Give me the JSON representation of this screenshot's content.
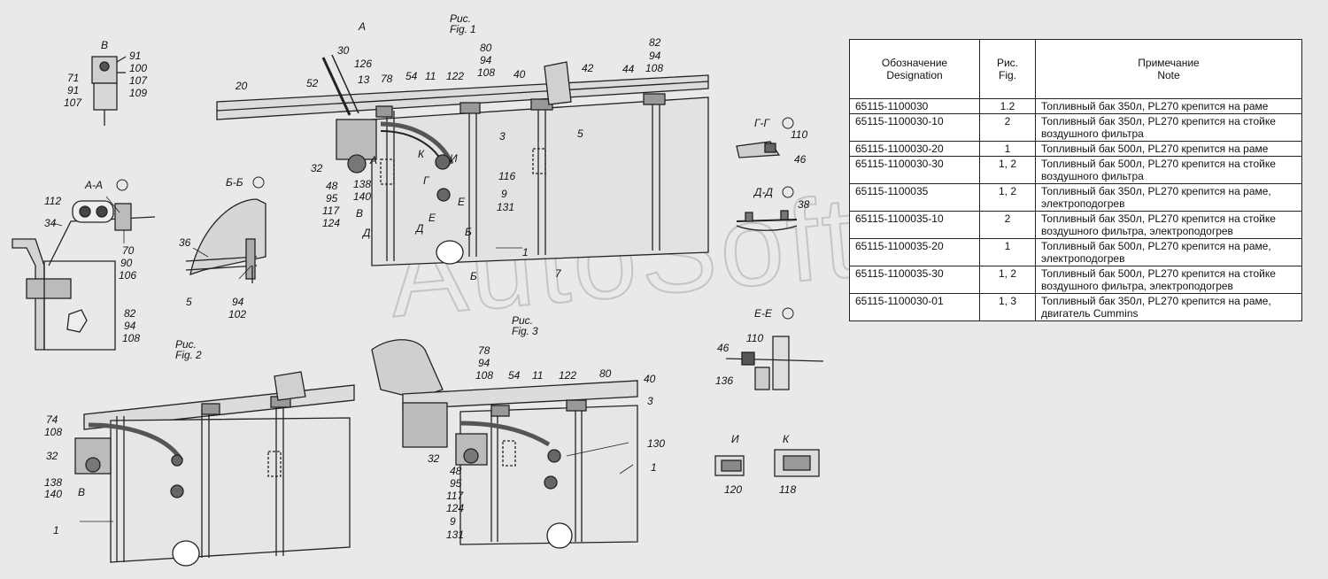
{
  "table": {
    "header": {
      "designation_ru": "Обозначение",
      "designation_en": "Designation",
      "fig_ru": "Рис.",
      "fig_en": "Fig.",
      "note_ru": "Примечание",
      "note_en": "Note"
    },
    "rows": [
      {
        "designation": "65115-1100030",
        "fig": "1.2",
        "note": "Топливный бак 350л,  PL270 крепится на раме"
      },
      {
        "designation": "65115-1100030-10",
        "fig": "2",
        "note": "Топливный бак 350л,  PL270 крепится на стойке воздушного фильтра"
      },
      {
        "designation": "65115-1100030-20",
        "fig": "1",
        "note": "Топливный бак 500л,    PL270 крепится на раме"
      },
      {
        "designation": "65115-1100030-30",
        "fig": "1, 2",
        "note": "Топливный бак 500л,  PL270 крепится на стойке воздушного фильтра"
      },
      {
        "designation": "65115-1100035",
        "fig": "1, 2",
        "note": "Топливный бак 350л,  PL270 крепится на раме, электроподогрев"
      },
      {
        "designation": "65115-1100035-10",
        "fig": "2",
        "note": "Топливный бак 350л,  PL270 крепится на стойке воздушного фильтра, электроподогрев"
      },
      {
        "designation": "65115-1100035-20",
        "fig": "1",
        "note": "Топливный бак 500л,  PL270 крепится на раме, электроподогрев"
      },
      {
        "designation": "65115-1100035-30",
        "fig": "1, 2",
        "note": "Топливный бак 500л,  PL270 крепится на стойке воздушного фильтра, электроподогрев"
      },
      {
        "designation": "65115-1100030-01",
        "fig": "1, 3",
        "note": "Топливный бак 350л,  PL270 крепится на раме, двигатель Cummins"
      }
    ]
  },
  "figures": {
    "fig1": {
      "ru": "Рис.",
      "num": "1",
      "en": "Fig."
    },
    "fig2": {
      "ru": "Рис.",
      "num": "2",
      "en": "Fig."
    },
    "fig3": {
      "ru": "Рис.",
      "num": "3",
      "en": "Fig."
    }
  },
  "views": {
    "v": "В",
    "aa": "А-А",
    "bb": "Б-Б",
    "gg": "Г-Г",
    "dd": "Д-Д",
    "ee": "Е-Е",
    "i": "И",
    "k": "К"
  },
  "callouts": {
    "view_v": [
      "91",
      "100",
      "107",
      "109",
      "71",
      "91",
      "107"
    ],
    "aa": [
      "112",
      "34",
      "70",
      "90",
      "106",
      "82",
      "94",
      "108"
    ],
    "bb": [
      "36",
      "5",
      "94",
      "102"
    ],
    "fig1_top": [
      "30",
      "126",
      "13",
      "20",
      "52",
      "78",
      "54",
      "11",
      "122",
      "80",
      "94",
      "108",
      "40",
      "42",
      "44",
      "82",
      "94",
      "108",
      "3",
      "5"
    ],
    "fig1_left": [
      "32",
      "48",
      "95",
      "117",
      "124",
      "138",
      "140"
    ],
    "fig1_mid": [
      "116",
      "9",
      "131",
      "1",
      "7"
    ],
    "gg": [
      "110",
      "46"
    ],
    "dd": [
      "38"
    ],
    "ee": [
      "110",
      "46",
      "136"
    ],
    "ik": [
      "120",
      "118"
    ],
    "fig2": [
      "74",
      "108",
      "32",
      "138",
      "140",
      "1"
    ],
    "fig3_top": [
      "78",
      "94",
      "108",
      "54",
      "11",
      "122",
      "80",
      "40",
      "3"
    ],
    "fig3_left": [
      "32",
      "48",
      "95",
      "117",
      "124"
    ],
    "fig3_mid": [
      "130",
      "1",
      "9",
      "131"
    ]
  },
  "section_marks": {
    "a": "А",
    "b": "Б",
    "g": "Г",
    "d": "Д",
    "e": "Е",
    "i": "И",
    "k": "К",
    "v": "В"
  },
  "watermark": "AutoSoft"
}
